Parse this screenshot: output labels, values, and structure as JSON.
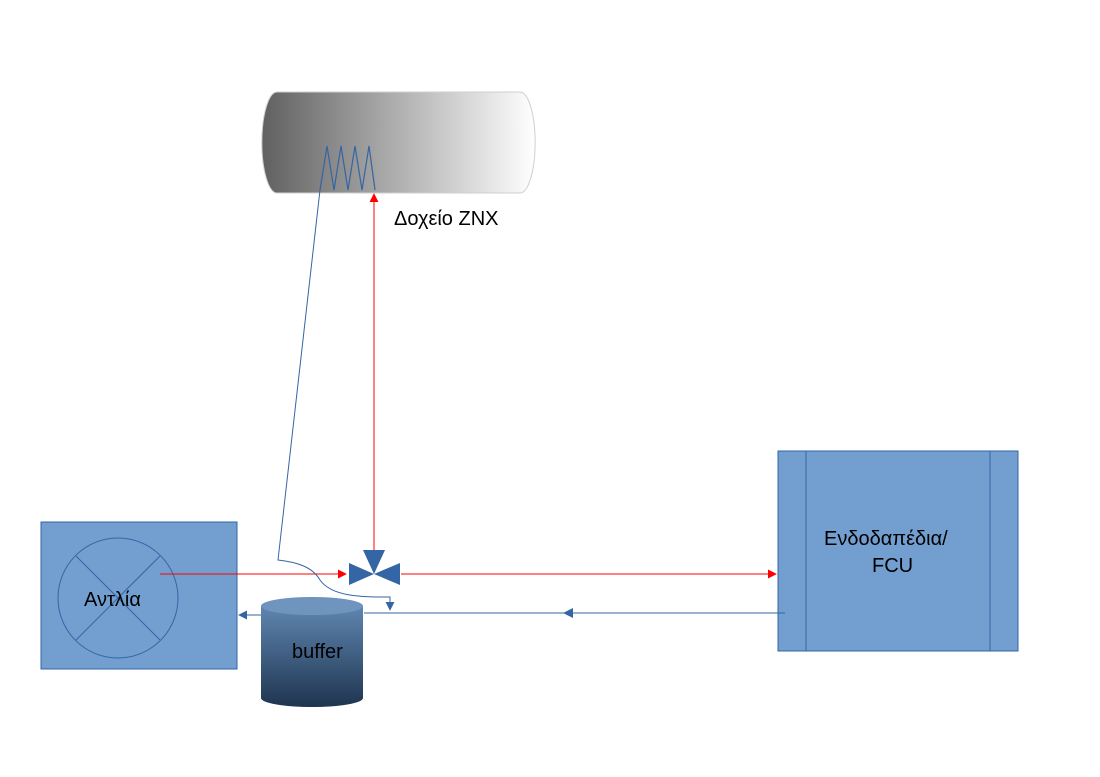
{
  "labels": {
    "tank": "Δοχείο ZNX",
    "pump": "Αντλία",
    "buffer": "buffer",
    "fcu_line1": "Ενδοδαπέδια/",
    "fcu_line2": "FCU"
  },
  "colors": {
    "box_fill": "#729fcf",
    "box_stroke": "#3465a4",
    "supply_line": "#ff0000",
    "return_line": "#3465a4",
    "valve": "#3465a4"
  }
}
